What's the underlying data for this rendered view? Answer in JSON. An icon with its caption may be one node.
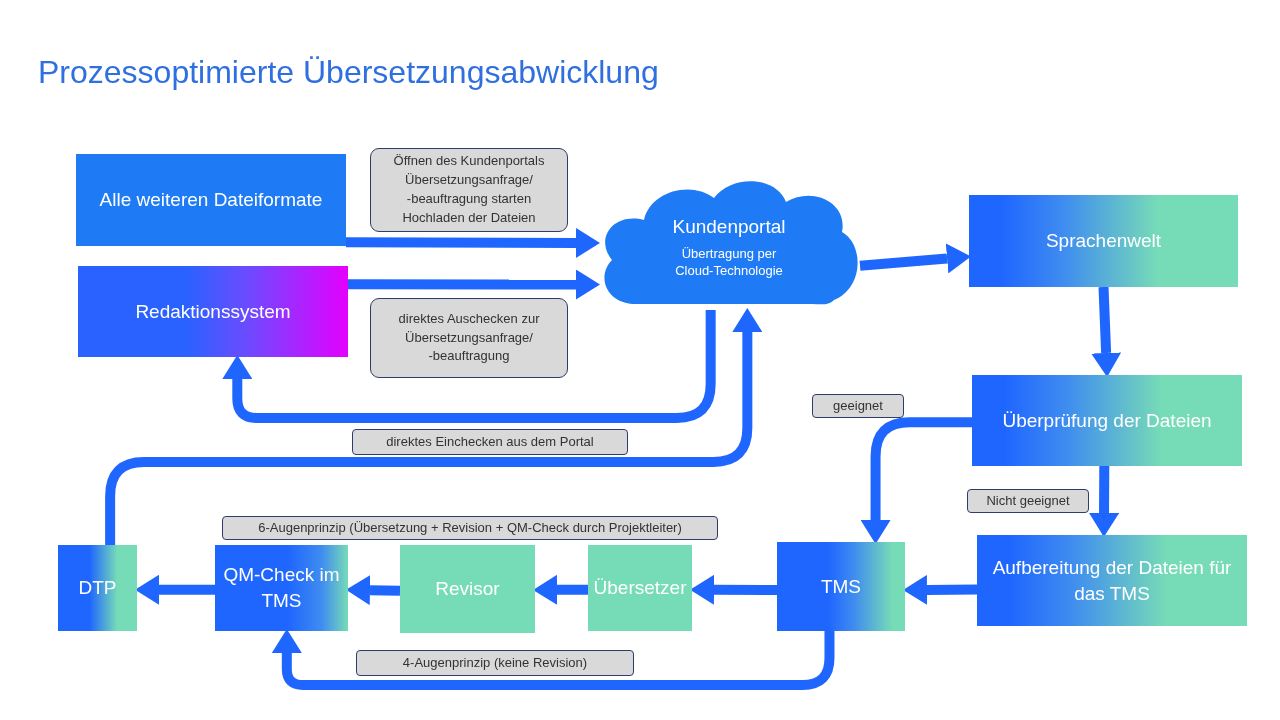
{
  "diagram": {
    "title": "Prozessoptimierte Übersetzungsabwicklung",
    "nodes": [
      {
        "text": [
          "Alle weiteren Dateiformate"
        ]
      },
      {
        "text": [
          "Redaktionssystem"
        ]
      },
      {
        "text": [
          "Kundenportal",
          "Übertragung per Cloud-Technologie"
        ]
      },
      {
        "text": [
          "Sprachenwelt"
        ]
      },
      {
        "text": [
          "Überprüfung der Dateien"
        ]
      },
      {
        "text": [
          "Aufbereitung der Dateien für das TMS"
        ]
      },
      {
        "text": [
          "TMS"
        ]
      },
      {
        "text": [
          "Übersetzer"
        ]
      },
      {
        "text": [
          "Revisor"
        ]
      },
      {
        "text": [
          "QM-Check im TMS"
        ]
      },
      {
        "text": [
          "DTP"
        ]
      }
    ],
    "edges": [
      {
        "from": 0,
        "to": 2,
        "arrow": "to",
        "label": "Öffnen des Kundenportals Übersetzungsanfrage/ -beauftragung starten Hochladen der Dateien"
      },
      {
        "from": 1,
        "to": 2,
        "arrow": "to",
        "label": "direktes Auschecken zur Übersetzungsanfrage/ -beauftragung"
      },
      {
        "from": 2,
        "to": 1,
        "arrow": "to",
        "label": "direktes Einchecken aus dem Portal"
      },
      {
        "from": 10,
        "to": 2,
        "arrow": "to"
      },
      {
        "from": 2,
        "to": 3,
        "arrow": "to"
      },
      {
        "from": 3,
        "to": 4,
        "arrow": "to"
      },
      {
        "from": 4,
        "to": 6,
        "arrow": "to",
        "label": "geeignet"
      },
      {
        "from": 4,
        "to": 5,
        "arrow": "to",
        "label": "Nicht geeignet"
      },
      {
        "from": 5,
        "to": 6,
        "arrow": "to"
      },
      {
        "from": 6,
        "to": 7,
        "arrow": "to"
      },
      {
        "from": 7,
        "to": 8,
        "arrow": "to"
      },
      {
        "from": 8,
        "to": 9,
        "arrow": "to"
      },
      {
        "from": 9,
        "to": 10,
        "arrow": "to"
      },
      {
        "from": 6,
        "to": 9,
        "arrow": "to",
        "label": "4-Augenprinzip (keine Revision)"
      }
    ],
    "labels": [
      "6-Augenprinzip (Übersetzung + Revision + QM-Check durch Projektleiter)"
    ]
  }
}
